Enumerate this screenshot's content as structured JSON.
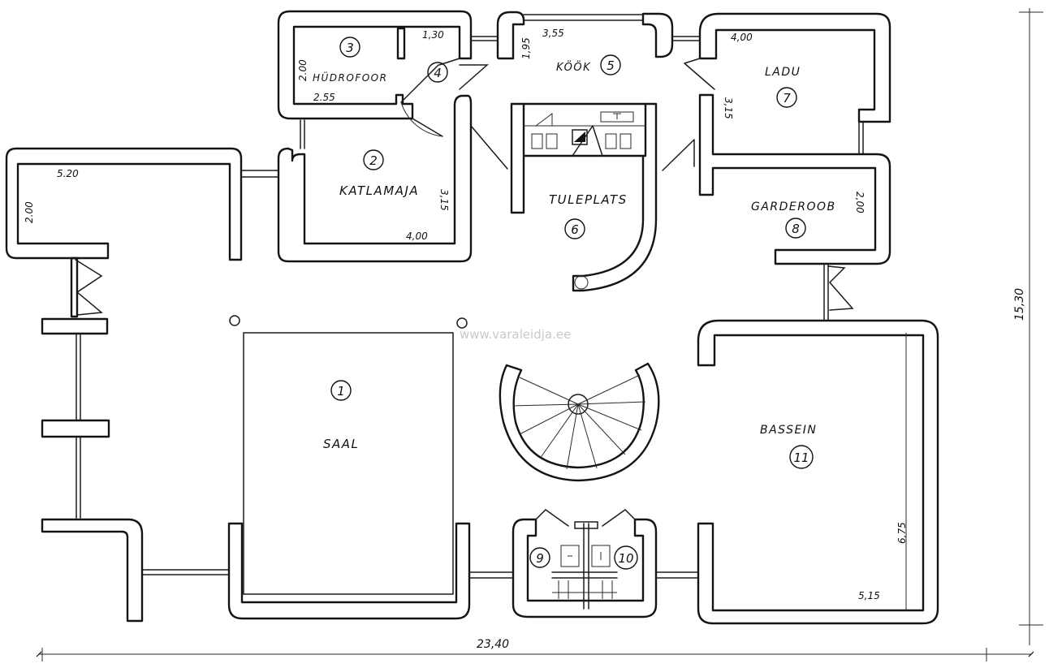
{
  "watermark": "www.varaleidja.ee",
  "rooms": [
    {
      "number": "1",
      "label": "SAAL"
    },
    {
      "number": "2",
      "label": "KATLAMAJA"
    },
    {
      "number": "3",
      "label": "HÜDROFOOR"
    },
    {
      "number": "4",
      "label": ""
    },
    {
      "number": "5",
      "label": "KÖÖK"
    },
    {
      "number": "6",
      "label": "TULEPLATS"
    },
    {
      "number": "7",
      "label": "LADU"
    },
    {
      "number": "8",
      "label": "GARDEROOB"
    },
    {
      "number": "9",
      "label": ""
    },
    {
      "number": "10",
      "label": ""
    },
    {
      "number": "11",
      "label": "BASSEIN"
    }
  ],
  "dimensions": {
    "overall_width": "23,40",
    "overall_height": "15,30",
    "terrace_width": "5.20",
    "terrace_depth": "2.00",
    "hydrofoor_height": "2.00",
    "hydrofoor_width": "2.55",
    "wc_width": "1,30",
    "katlamaja_width": "4,00",
    "katlamaja_depth": "3,15",
    "kook_width": "3,55",
    "kook_depth": "1,95",
    "ladu_width": "4,00",
    "ladu_depth": "3,15",
    "garderoob_depth": "2,00",
    "bassein_width": "5,15",
    "bassein_depth": "6,75"
  }
}
